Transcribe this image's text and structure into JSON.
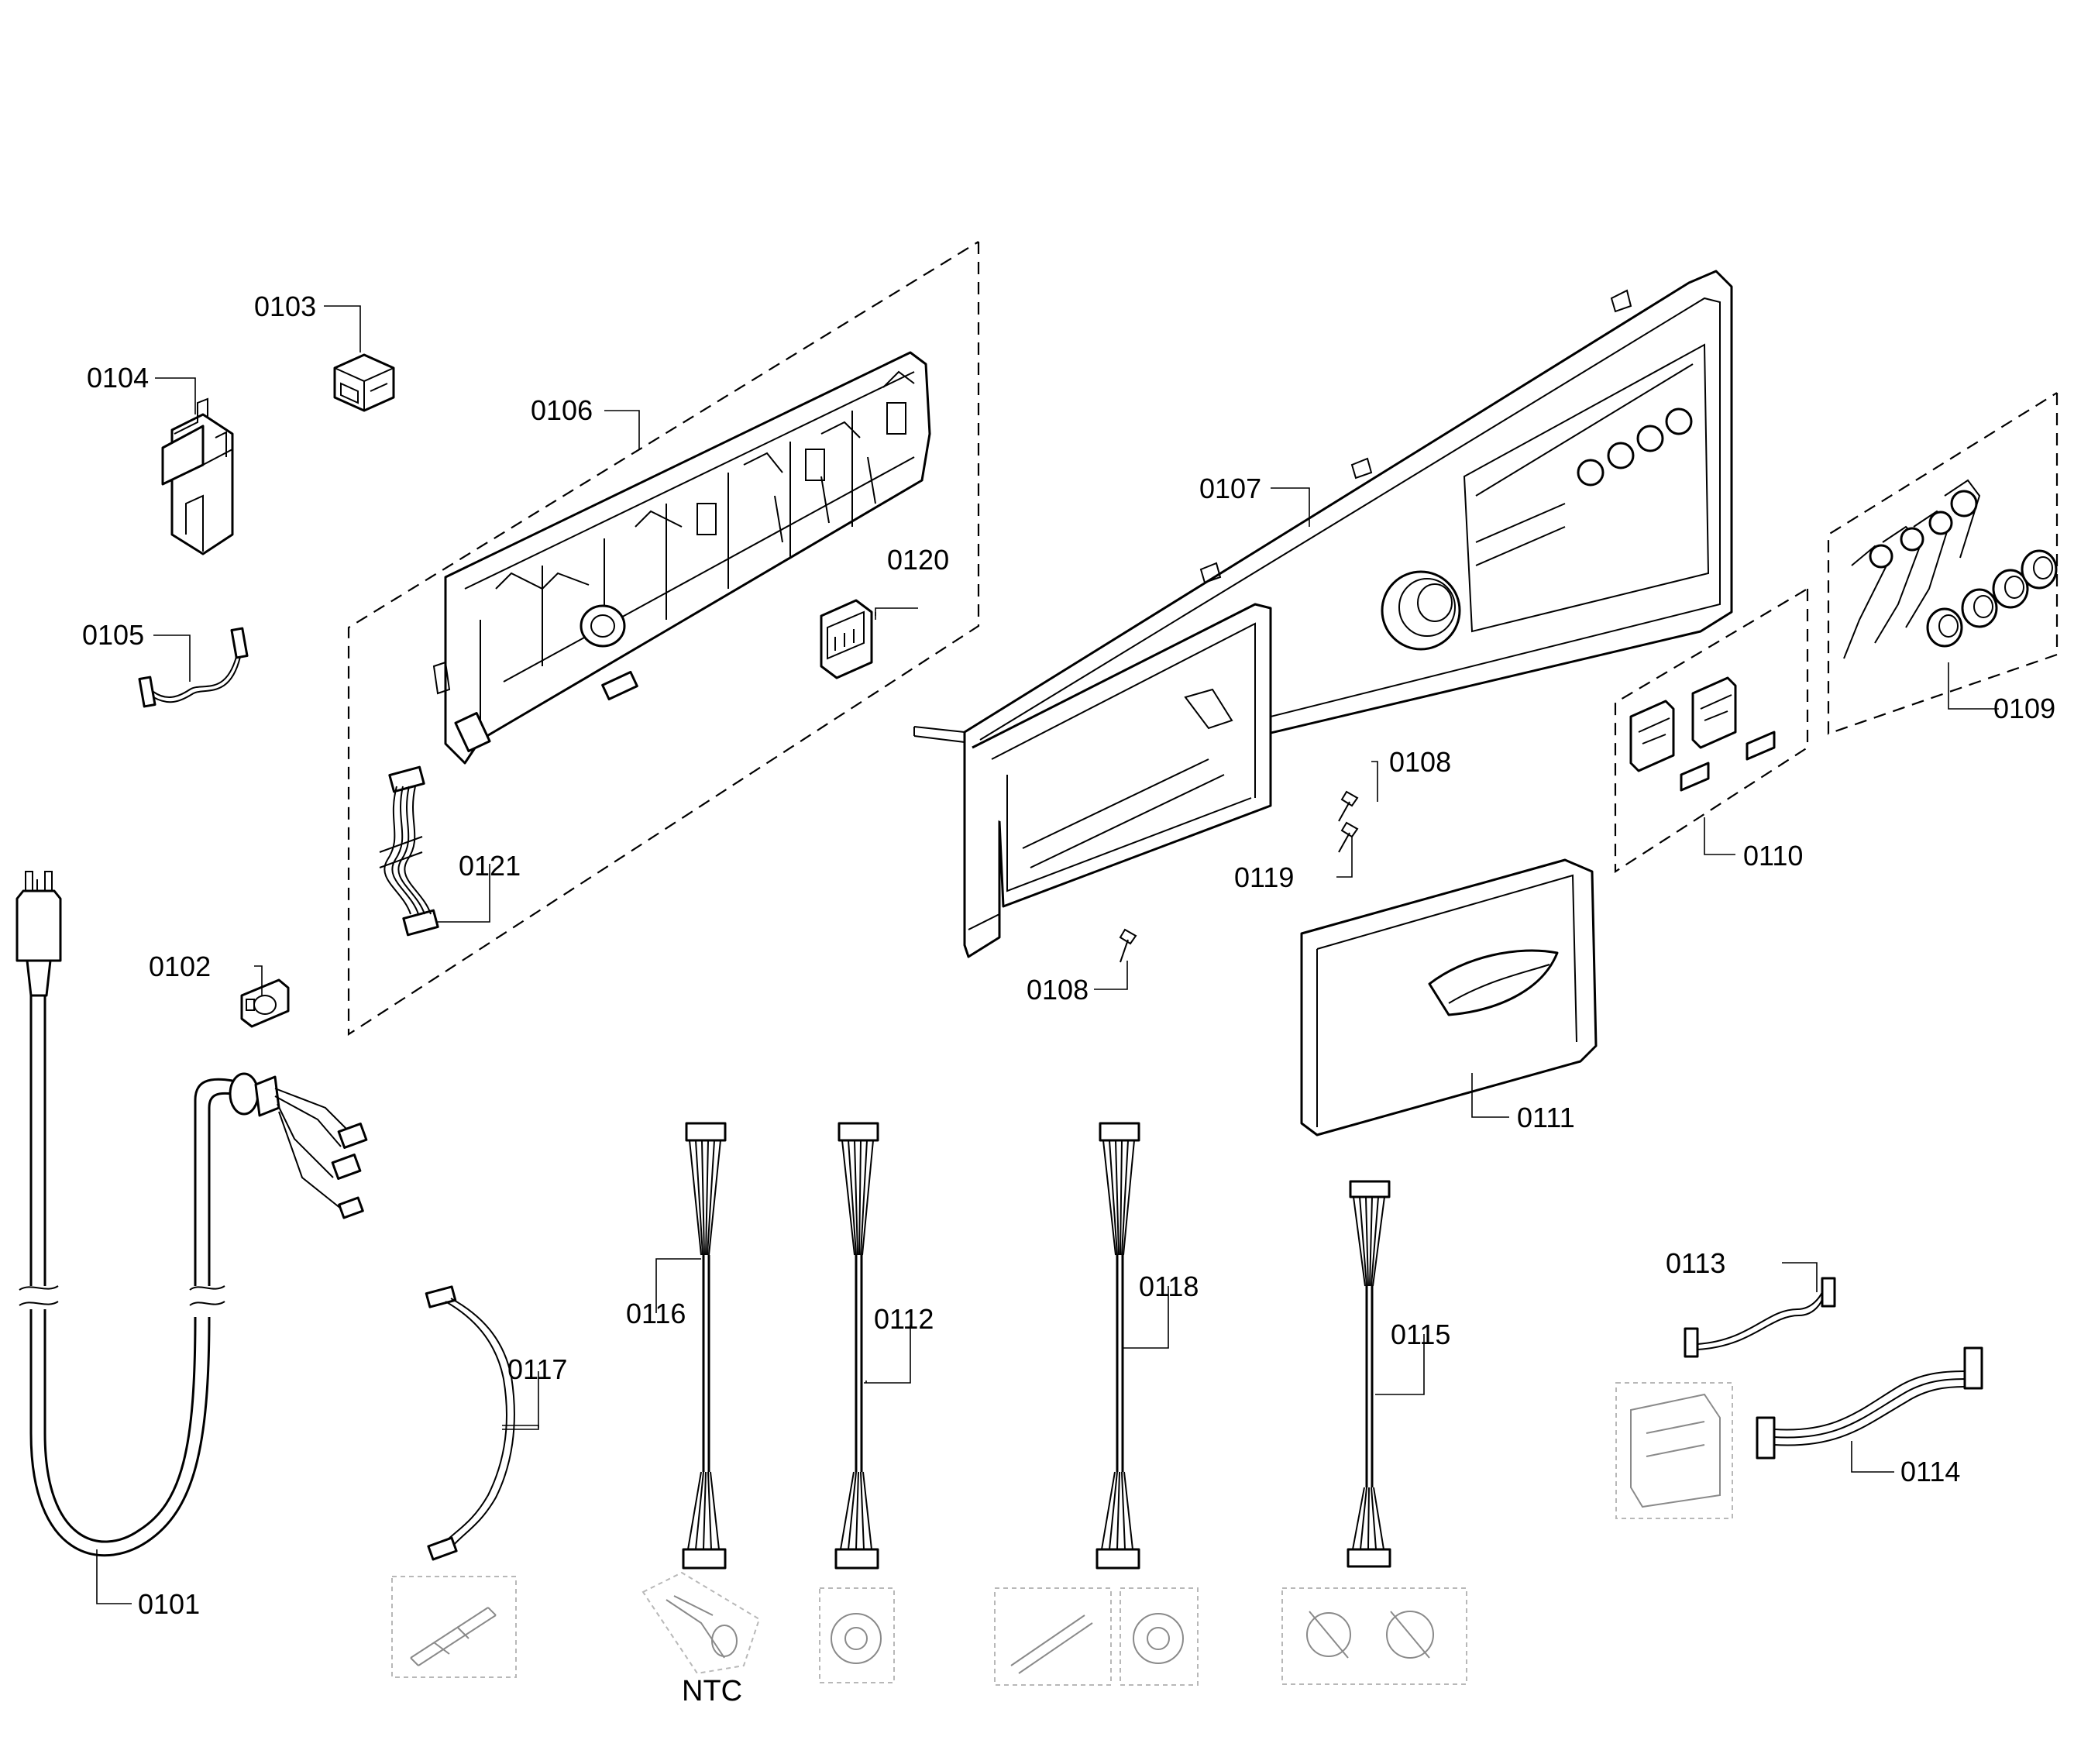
{
  "diagram": {
    "part_labels": {
      "p0101": "0101",
      "p0102": "0102",
      "p0103": "0103",
      "p0104": "0104",
      "p0105": "0105",
      "p0106": "0106",
      "p0107": "0107",
      "p0108a": "0108",
      "p0108b": "0108",
      "p0109": "0109",
      "p0110": "0110",
      "p0111": "0111",
      "p0112": "0112",
      "p0113": "0113",
      "p0114": "0114",
      "p0115": "0115",
      "p0116": "0116",
      "p0117": "0117",
      "p0118": "0118",
      "p0119": "0119",
      "p0120": "0120",
      "p0121": "0121"
    },
    "ntc_label": "NTC"
  }
}
